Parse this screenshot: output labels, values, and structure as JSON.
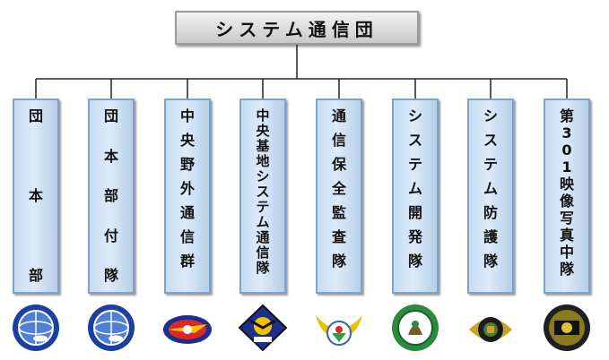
{
  "root": {
    "label": "システム通信団"
  },
  "units": [
    {
      "label": "団本部"
    },
    {
      "label": "団本部付隊"
    },
    {
      "label": "中央野外通信群"
    },
    {
      "label": "中央基地システム通信隊"
    },
    {
      "label": "通信保全監査隊"
    },
    {
      "label": "システム開発隊"
    },
    {
      "label": "システム防護隊"
    },
    {
      "label": "第301映像写真中隊"
    }
  ]
}
